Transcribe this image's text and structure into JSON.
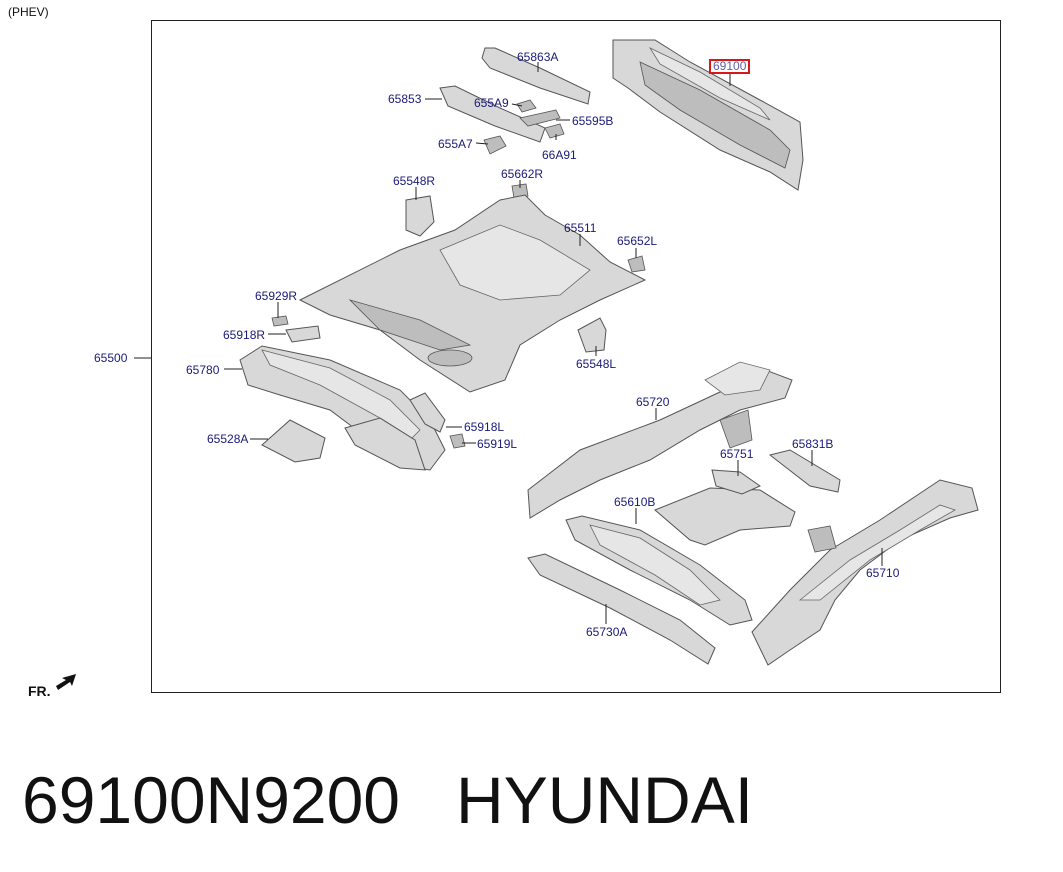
{
  "variant_tag": "(PHEV)",
  "assembly_label": "65500",
  "direction_label": "FR.",
  "highlighted_part": "69100",
  "part_labels": {
    "p65863A": "65863A",
    "p69100": "69100",
    "p65853": "65853",
    "p655A9": "655A9",
    "p65595B": "65595B",
    "p655A7": "655A7",
    "p66A91": "66A91",
    "p65548R": "65548R",
    "p65662R": "65662R",
    "p65511": "65511",
    "p65652L": "65652L",
    "p65929R": "65929R",
    "p65918R": "65918R",
    "p65548L": "65548L",
    "p65780": "65780",
    "p65720": "65720",
    "p65918L": "65918L",
    "p65528A": "65528A",
    "p65919L": "65919L",
    "p65751": "65751",
    "p65831B": "65831B",
    "p65610B": "65610B",
    "p65710": "65710",
    "p65730A": "65730A"
  },
  "footer": {
    "part_number": "69100N9200",
    "brand": "HYUNDAI"
  },
  "colors": {
    "label_text": "#1a1a7a",
    "highlight_box": "#d81818",
    "part_fill": "#d8d8d8"
  }
}
